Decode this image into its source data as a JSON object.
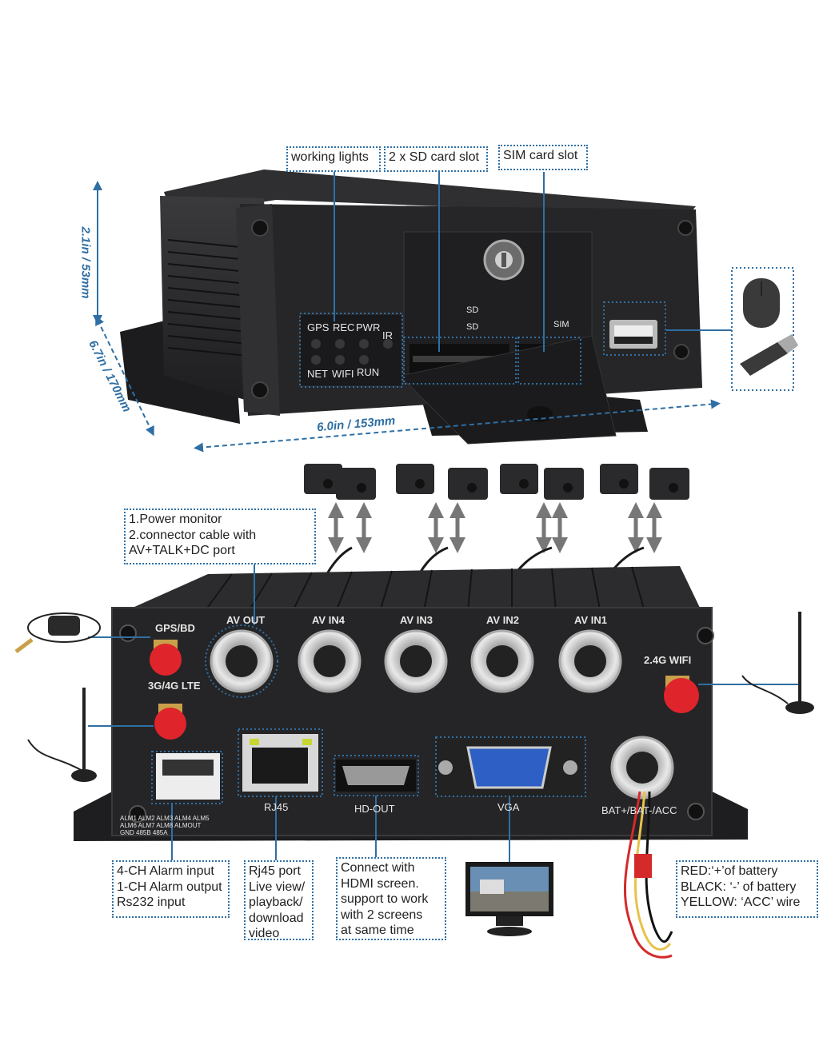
{
  "callouts": {
    "working_lights": "working lights",
    "sd_slot": "2 x SD card slot",
    "sim_slot": "SIM card slot",
    "power_monitor": [
      "1.Power monitor",
      "2.connector cable with",
      "AV+TALK+DC port"
    ],
    "alarm": [
      "4-CH Alarm input",
      "1-CH Alarm output",
      "Rs232 input"
    ],
    "rj45": [
      "Rj45 port",
      "Live view/",
      "playback/",
      "download",
      "video"
    ],
    "hdmi": [
      "Connect with",
      "HDMI screen.",
      "support to work",
      "with 2 screens",
      "at same time"
    ],
    "battery": [
      "RED:‘+’of battery",
      "BLACK: ‘-’ of battery",
      "YELLOW: ‘ACC’ wire"
    ]
  },
  "dimensions": {
    "height": "2.1in / 53mm",
    "depth": "6.7in / 170mm",
    "width": "6.0in / 153mm"
  },
  "front_panel": {
    "leds_row1": [
      "GPS",
      "REC",
      "PWR",
      "IR"
    ],
    "leds_row2": [
      "NET",
      "WIFI",
      "RUN"
    ],
    "sd_labels": [
      "SD",
      "SD"
    ],
    "sim_label": "SIM"
  },
  "rear_panel": {
    "gps": "GPS/BD",
    "lte": "3G/4G LTE",
    "av_out": "AV OUT",
    "av_in": [
      "AV IN4",
      "AV IN3",
      "AV IN2",
      "AV IN1"
    ],
    "wifi": "2.4G WIFI",
    "rj45": "RJ45",
    "hd_out": "HD-OUT",
    "vga": "VGA",
    "power": "BAT+/BAT-/ACC",
    "alarm_pins": "ALM1 ALM2 ALM3 ALM4 ALM5 ALM6 ALM7 ALM8 ALMOUT GND 485B 485A"
  },
  "colors": {
    "accent": "#2f6fa3",
    "device": "#2a2a2c",
    "antenna_red": "#e0242c",
    "vga_blue": "#2d5fc4"
  }
}
